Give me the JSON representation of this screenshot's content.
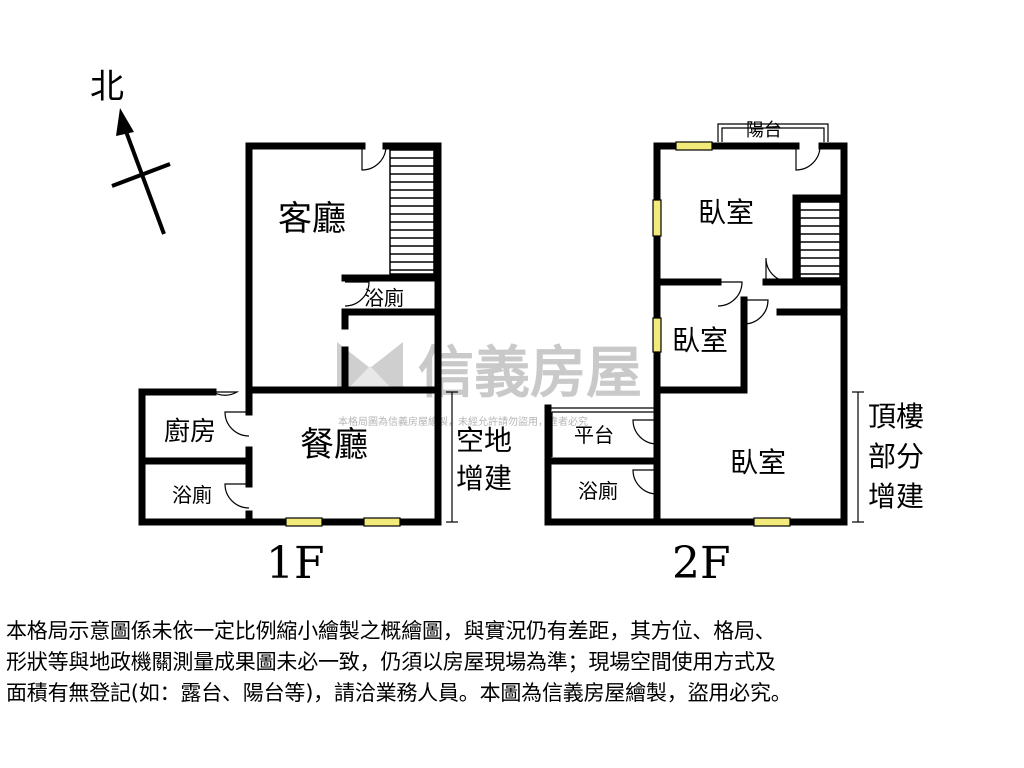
{
  "compass": {
    "north_label": "北"
  },
  "watermark": {
    "brand": "信義房屋",
    "notice": "本格局圖為信義房屋繪製，未經允許請勿盜用，違者必究"
  },
  "floor1": {
    "label": "1F",
    "rooms": {
      "living": "客廳",
      "bath_upper": "浴廁",
      "kitchen": "廚房",
      "dining": "餐廳",
      "bath_lower": "浴廁",
      "extension_line1": "空地",
      "extension_line2": "增建"
    }
  },
  "floor2": {
    "label": "2F",
    "rooms": {
      "balcony": "陽台",
      "bedroom_top": "臥室",
      "bedroom_mid": "臥室",
      "platform": "平台",
      "bedroom_main": "臥室",
      "bath": "浴廁",
      "rooftop_line1": "頂樓",
      "rooftop_line2": "部分",
      "rooftop_line3": "增建"
    }
  },
  "disclaimer": {
    "line1": "本格局示意圖係未依一定比例縮小繪製之概繪圖，與實況仍有差距，其方位、格局、",
    "line2": "形狀等與地政機關測量成果圖未必一致，仍須以房屋現場為準；現場空間使用方式及",
    "line3": "面積有無登記(如：露台、陽台等)，請洽業務人員。本圖為信義房屋繪製，盜用必究。"
  },
  "colors": {
    "wall": "#000000",
    "window_fill": "#f2ea7a",
    "watermark": "#c9c9c9"
  }
}
